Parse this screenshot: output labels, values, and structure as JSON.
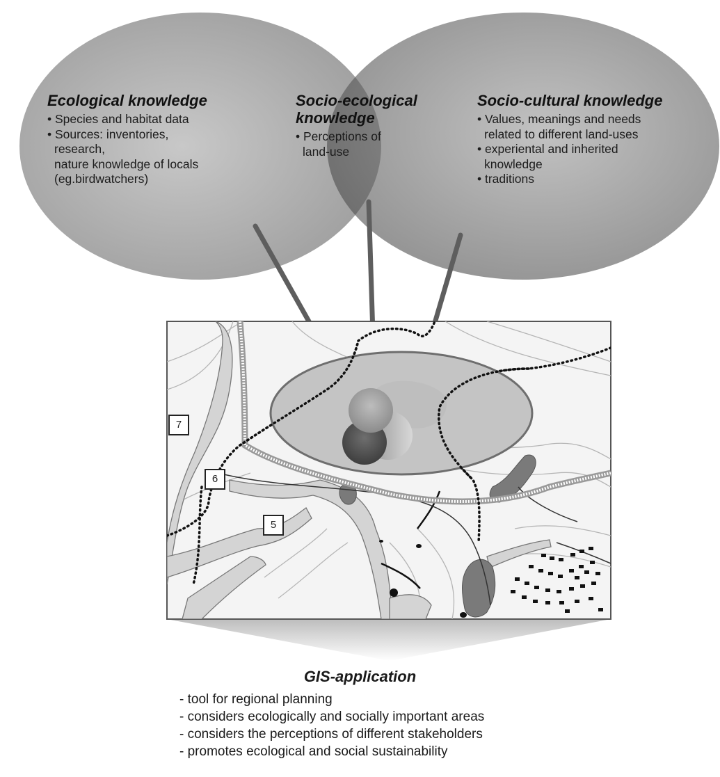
{
  "circles": {
    "ecological": {
      "heading": "Ecological knowledge",
      "bullets": [
        "• Species and habitat data",
        "• Sources: inventories,",
        "  research,",
        "  nature knowledge of locals",
        "  (eg.birdwatchers)"
      ]
    },
    "socio_ecological": {
      "heading_line1": "Socio-ecological",
      "heading_line2": "knowledge",
      "bullets": [
        "• Perceptions of",
        "  land-use"
      ]
    },
    "socio_cultural": {
      "heading": "Socio-cultural knowledge",
      "bullets": [
        "• Values, meanings and needs",
        "  related to different land-uses",
        "• experiental and inherited",
        "  knowledge",
        "• traditions"
      ]
    }
  },
  "map": {
    "labels": [
      "7",
      "6",
      "5"
    ]
  },
  "gis": {
    "title": "GIS-application",
    "items": [
      "- tool for regional planning",
      "- considers ecologically and socially important areas",
      "- considers the perceptions of different stakeholders",
      "- promotes ecological and social sustainability"
    ]
  },
  "colors": {
    "ecological_fill": "#a9a9a9",
    "socio_cultural_fill": "#9c9c9c",
    "overlap_fill": "#777777",
    "map_background": "#f4f4f4",
    "arrow": "#5e5e5e"
  }
}
